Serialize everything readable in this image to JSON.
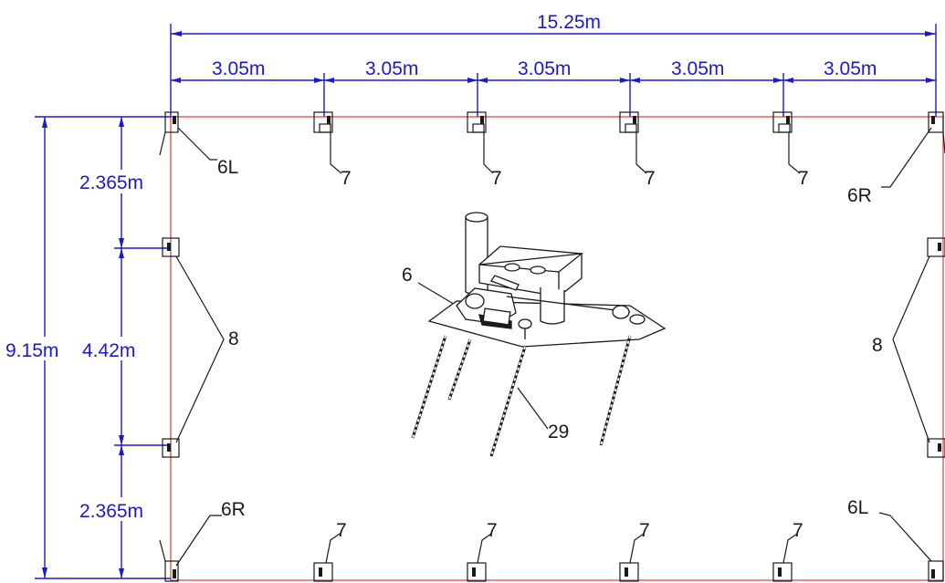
{
  "dimensions": {
    "total_width": "15.25m",
    "segment_widths": [
      "3.05m",
      "3.05m",
      "3.05m",
      "3.05m",
      "3.05m"
    ],
    "total_height": "9.15m",
    "side_segments": [
      "2.365m",
      "4.42m",
      "2.365m"
    ]
  },
  "labels": {
    "top_left_corner": "6L",
    "top_right_corner": "6R",
    "bottom_left_corner": "6R",
    "bottom_right_corner": "6L",
    "top_anchors": [
      "7",
      "7",
      "7",
      "7"
    ],
    "bottom_anchors": [
      "7",
      "7",
      "7",
      "7"
    ],
    "left_side_anchors": "8",
    "right_side_anchors": "8",
    "ratchet": "6",
    "ground_screws": "29"
  },
  "colors": {
    "dimension": "#1a1ad0",
    "outline": "#e04848",
    "linework": "#1a1a1a"
  }
}
